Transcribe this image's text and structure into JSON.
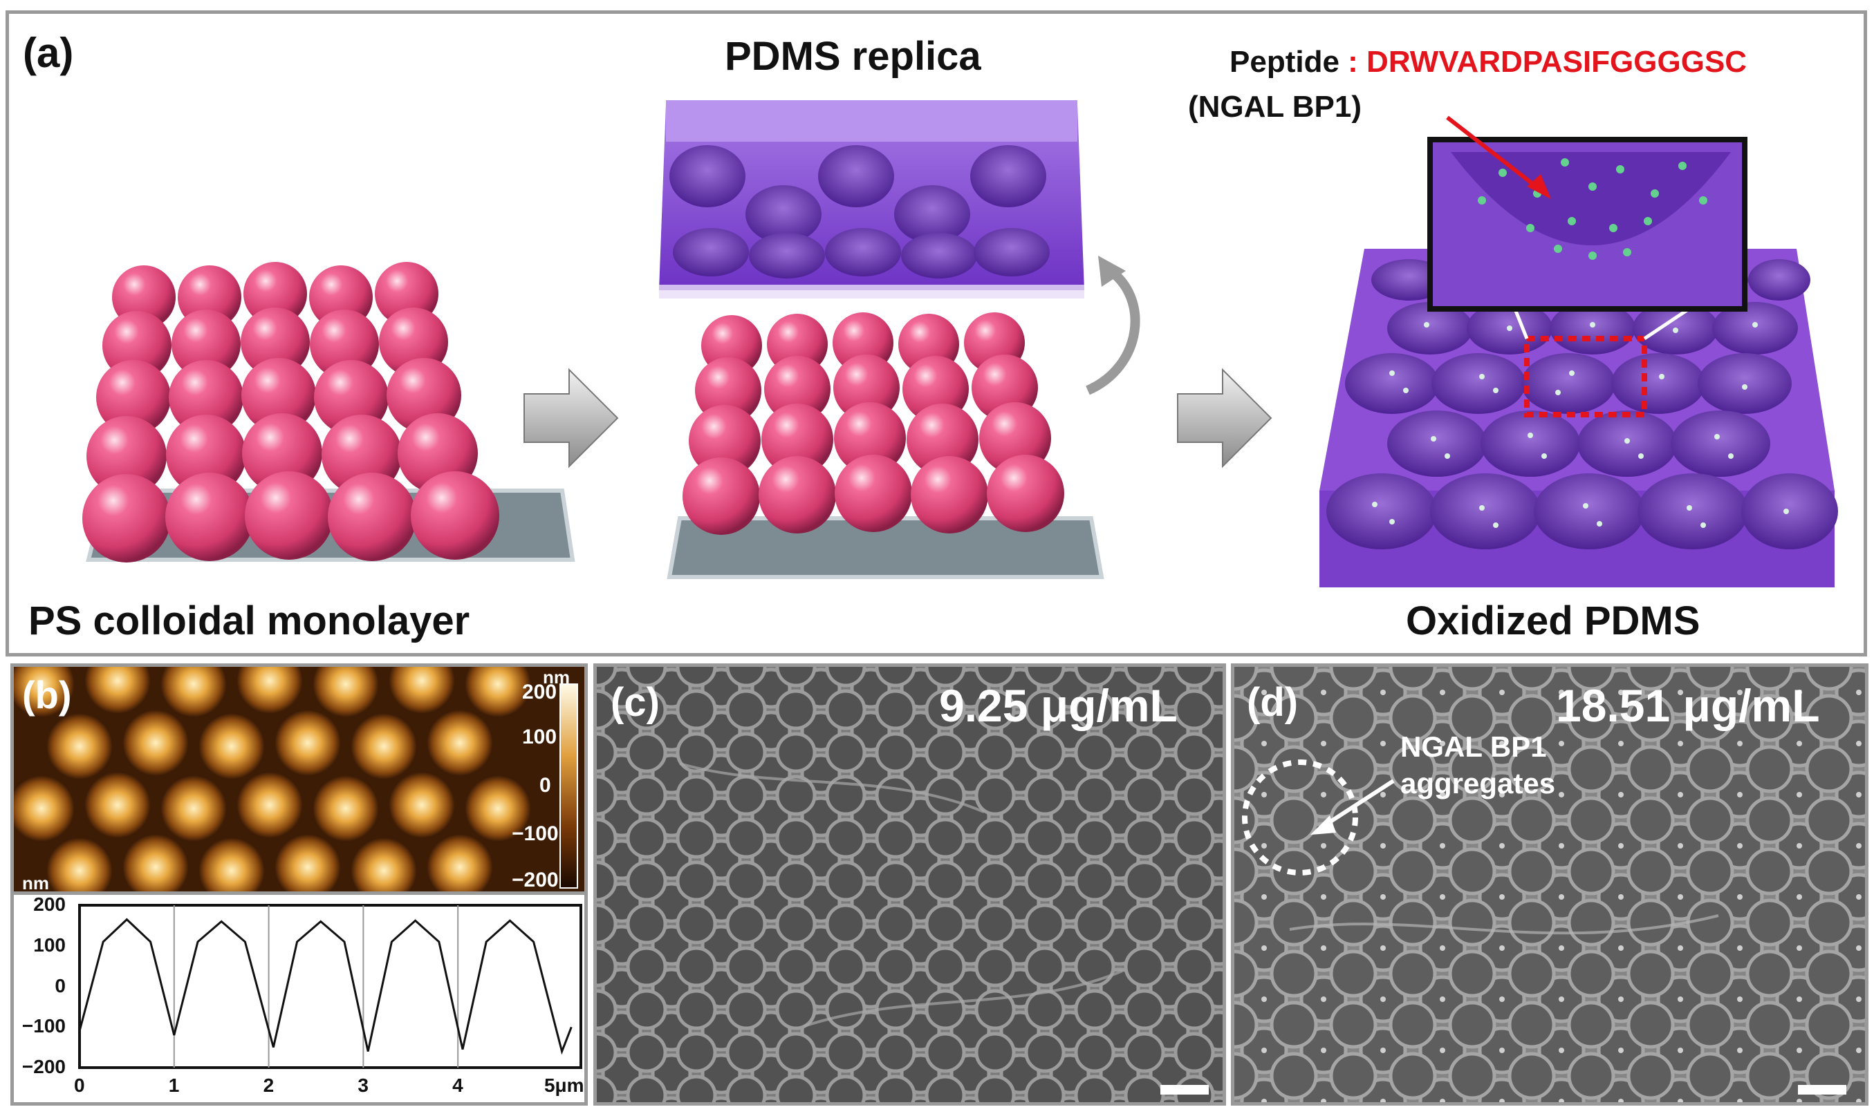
{
  "panel_a": {
    "label": "(a)",
    "title_center": "PDMS replica",
    "caption_left": "PS colloidal monolayer",
    "caption_right": "Oxidized PDMS",
    "peptide_label": "Peptide",
    "peptide_separator": ":",
    "peptide_sequence": "DRWVARDPASIFGGGGSC",
    "peptide_name": "(NGAL BP1)",
    "colors": {
      "sphere": "#e0457a",
      "pdms": "#8c4fd6",
      "sequence": "#e3141b"
    }
  },
  "panel_b": {
    "label": "(b)",
    "unit_top": "nm",
    "unit_corner": "nm",
    "colorbar_ticks": [
      "200",
      "100",
      "0",
      "−100",
      "−200"
    ]
  },
  "chart_data": {
    "type": "line",
    "x_ticks": [
      "0",
      "1",
      "2",
      "3",
      "4",
      "5μm"
    ],
    "y_ticks": [
      "200",
      "100",
      "0",
      "−100",
      "−200"
    ],
    "xlim": [
      0,
      5.3
    ],
    "ylim": [
      -200,
      200
    ],
    "series": [
      {
        "x": [
          0,
          0.25,
          0.5,
          0.75,
          1.0,
          1.25,
          1.5,
          1.75,
          2.05,
          2.3,
          2.55,
          2.8,
          3.05,
          3.3,
          3.55,
          3.8,
          4.05,
          4.3,
          4.55,
          4.8,
          5.1,
          5.2
        ],
        "y": [
          -110,
          110,
          165,
          110,
          -120,
          110,
          160,
          110,
          -150,
          110,
          160,
          110,
          -160,
          110,
          162,
          110,
          -155,
          110,
          162,
          110,
          -160,
          -100
        ]
      }
    ]
  },
  "panel_c": {
    "label": "(c)",
    "concentration": "9.25 μg/mL"
  },
  "panel_d": {
    "label": "(d)",
    "concentration": "18.51 μg/mL",
    "annotation_line1": "NGAL BP1",
    "annotation_line2": "aggregates"
  }
}
